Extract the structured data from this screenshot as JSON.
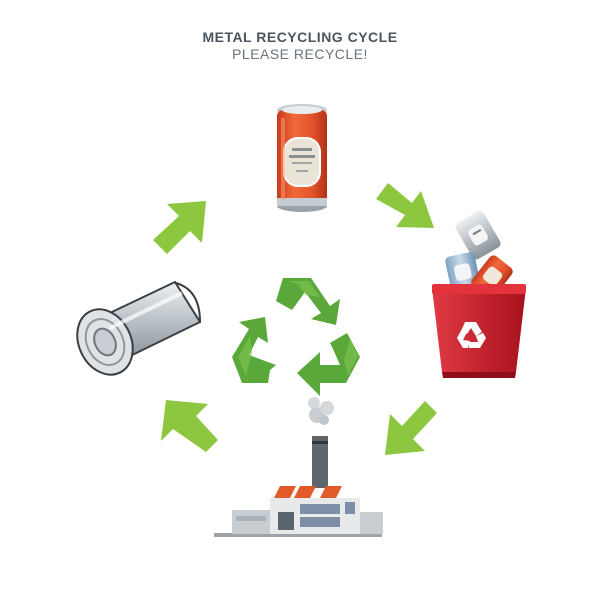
{
  "header": {
    "title": "METAL RECYCLING CYCLE",
    "subtitle": "PLEASE RECYCLE!"
  },
  "cycle": {
    "stages": [
      "aluminum-can",
      "recycling-bin",
      "recycling-factory",
      "metal-roll"
    ],
    "center_symbol": "recycle-icon"
  },
  "colors": {
    "arrow_green": "#8dc63f",
    "recycle_green": "#5aa83a",
    "can_orange": "#e2532b",
    "bin_red": "#c8202c",
    "factory_roof": "#e05a2a",
    "metal_gray": "#b9c0c6"
  }
}
